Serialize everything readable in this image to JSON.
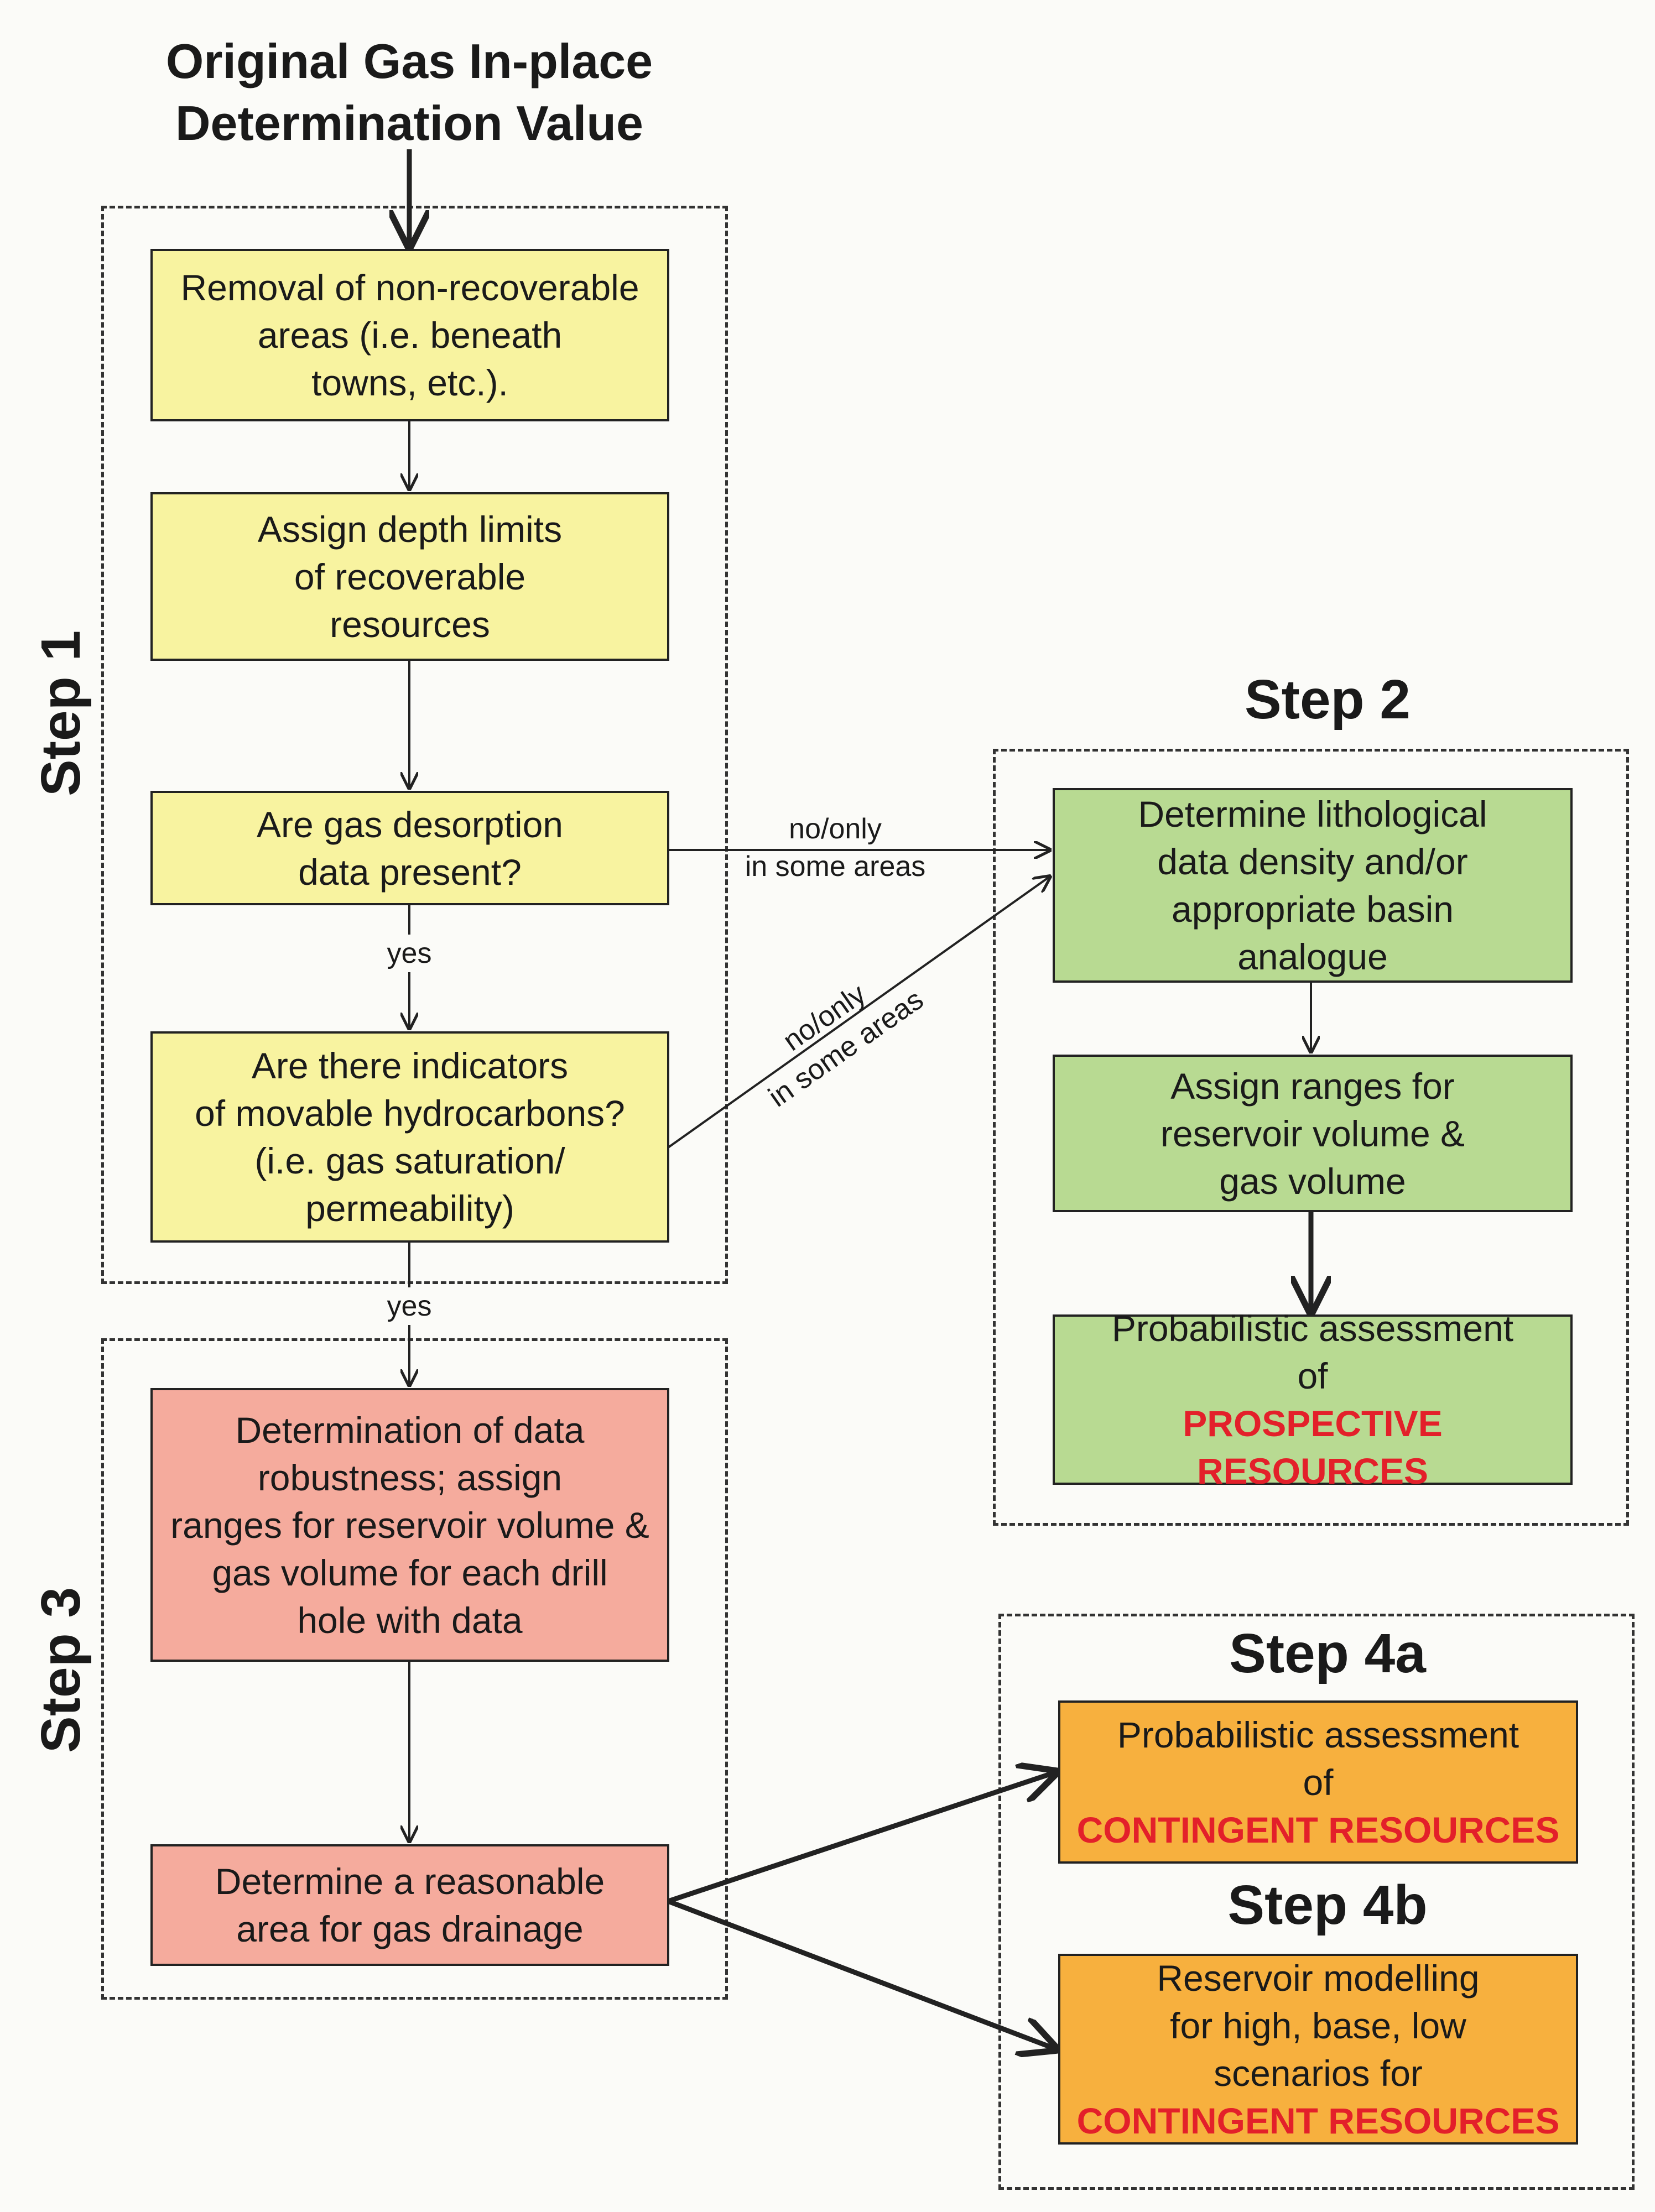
{
  "title": {
    "line1": "Original Gas In-place",
    "line2": "Determination Value"
  },
  "steps": {
    "step1": "Step 1",
    "step2": "Step 2",
    "step3": "Step 3",
    "step4a": "Step 4a",
    "step4b": "Step 4b"
  },
  "boxes": {
    "removal": "Removal of non-recoverable\nareas (i.e. beneath\ntowns, etc.).",
    "depth": "Assign depth limits\nof recoverable\nresources",
    "desorption": "Are gas desorption\ndata present?",
    "indicators": "Are there indicators\nof movable hydrocarbons?\n(i.e. gas saturation/\npermeability)",
    "lithological": "Determine lithological\ndata density and/or\nappropriate basin\nanalogue",
    "ranges": "Assign ranges for\nreservoir volume &\ngas volume",
    "prospective": {
      "text": "Probabilistic assessment\nof",
      "highlight": "PROSPECTIVE RESOURCES"
    },
    "robustness": "Determination of data\nrobustness; assign\nranges for reservoir volume &\ngas volume for each drill\nhole with data",
    "drainage": "Determine a reasonable\narea for gas drainage",
    "contingent": {
      "text": "Probabilistic assessment\nof",
      "highlight": "CONTINGENT RESOURCES"
    },
    "modelling": {
      "text": "Reservoir modelling\nfor high, base, low\nscenarios for",
      "highlight": "CONTINGENT RESOURCES"
    }
  },
  "edge_labels": {
    "no_only_1": "no/only\nin some areas",
    "no_only_2": "no/only\nin some areas",
    "yes_1": "yes",
    "yes_2": "yes"
  },
  "colors": {
    "step1_boxes": "#f8f3a0",
    "step2_boxes": "#b8da92",
    "step3_boxes": "#f5ab9d",
    "step4_boxes": "#f7b03e",
    "highlight_text": "#e3202a"
  }
}
